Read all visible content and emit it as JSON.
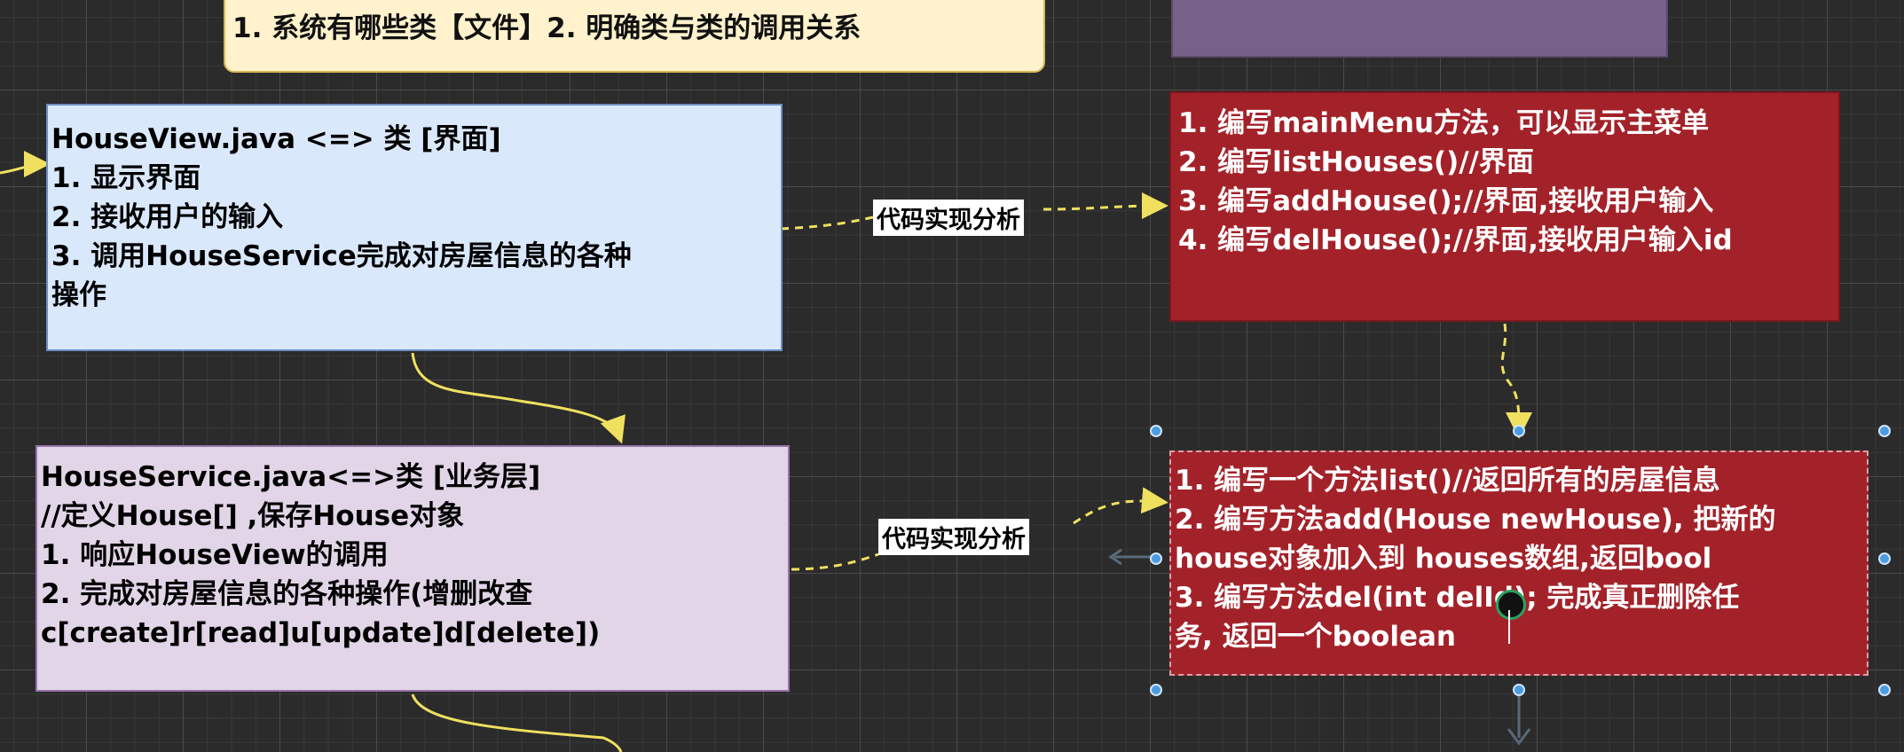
{
  "top_note": {
    "text": "1. 系统有哪些类【文件】2. 明确类与类的调用关系"
  },
  "house_view": {
    "lines": [
      "HouseView.java <=> 类 [界面]",
      "1. 显示界面",
      "2. 接收用户的输入",
      "3. 调用HouseService完成对房屋信息的各种",
      "操作"
    ]
  },
  "house_service": {
    "lines": [
      "HouseService.java<=>类 [业务层]",
      "//定义House[] ,保存House对象",
      "1. 响应HouseView的调用",
      "2. 完成对房屋信息的各种操作(增删改查",
      "c[create]r[read]u[update]d[delete])"
    ]
  },
  "view_impl": {
    "lines": [
      "1. 编写mainMenu方法，可以显示主菜单",
      "2. 编写listHouses()//界面",
      "3. 编写addHouse();//界面,接收用户输入",
      "4. 编写delHouse();//界面,接收用户输入id"
    ]
  },
  "service_impl": {
    "lines": [
      "1. 编写一个方法list()//返回所有的房屋信息",
      "2. 编写方法add(House newHouse), 把新的",
      "house对象加入到 houses数组,返回bool",
      "3. 编写方法del(int delId); 完成真正删除任",
      "务, 返回一个boolean"
    ]
  },
  "edge_labels": {
    "view_to_impl": "代码实现分析",
    "service_to_impl": "代码实现分析"
  },
  "colors": {
    "canvas": "#2b2b2b",
    "note_fill": "#fff2cc",
    "view_fill": "#dae8fc",
    "service_fill": "#e1d5e7",
    "impl_fill": "#a3222a",
    "purple_fill": "#766189",
    "connector": "#f0e060",
    "selection_handle": "#4b9be0"
  }
}
